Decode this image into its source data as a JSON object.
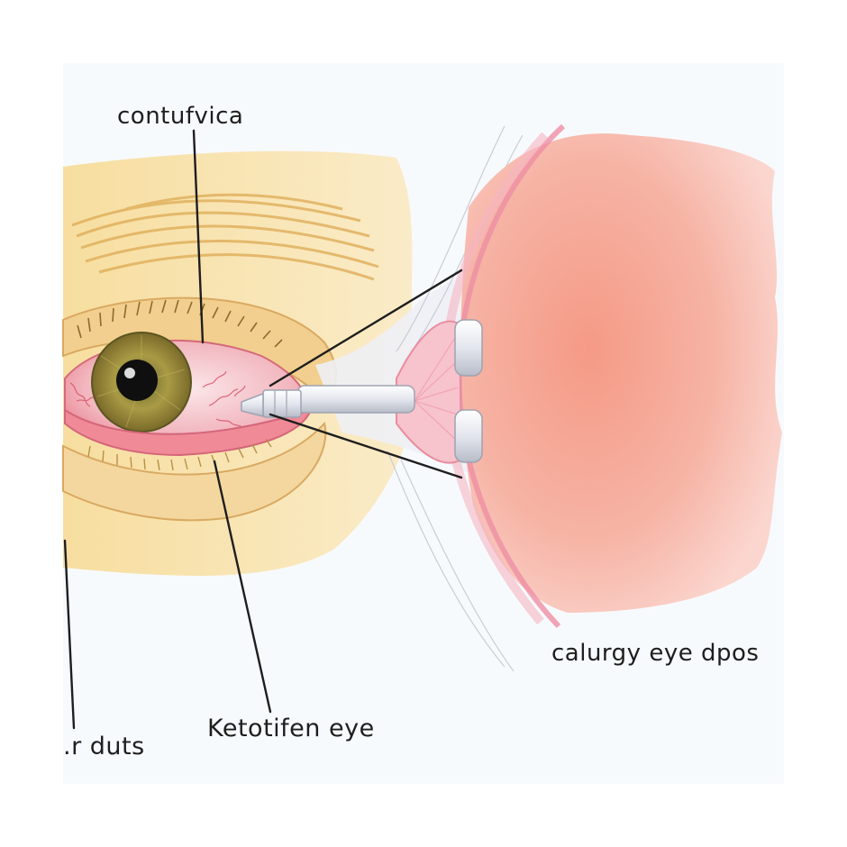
{
  "labels": {
    "top": "contufvica",
    "right": "calurgy  eye dpos",
    "bottom_center": "Ketotifen eye",
    "bottom_left": ".r duts"
  },
  "colors": {
    "paper": "#f7fafd",
    "skin": "#f6dc9c",
    "brow": "#e3b869",
    "iris": "#9a8a3c",
    "sclera_red": "#ef9aa4",
    "tissue_pink": "#f4a08e",
    "dropper": "#e9ecf3",
    "ink": "#1e1e1e"
  }
}
